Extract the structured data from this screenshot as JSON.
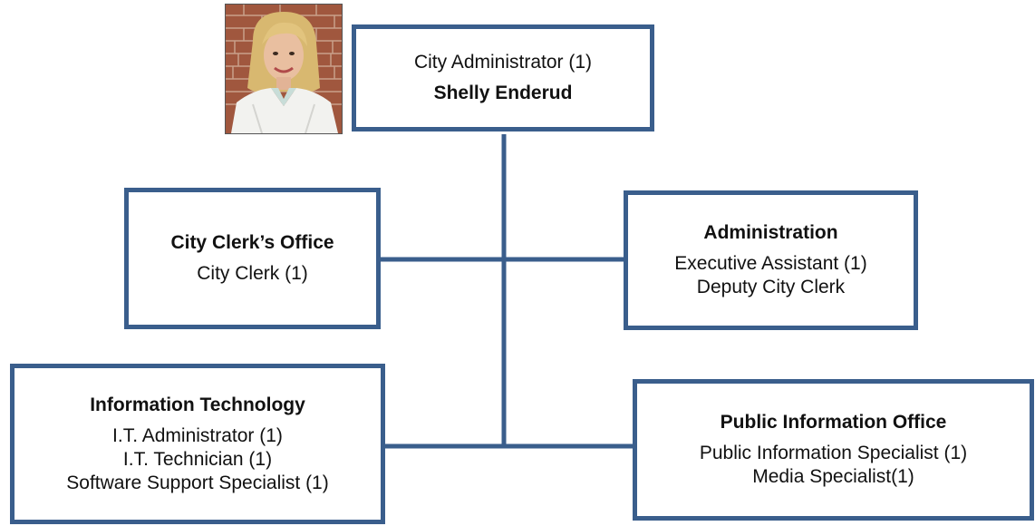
{
  "admin": {
    "title": "City Administrator (1)",
    "name": "Shelly Enderud"
  },
  "photo": {
    "alt": "Portrait of Shelly Enderud"
  },
  "clerk": {
    "heading": "City Clerk’s Office",
    "lines": [
      "City Clerk (1)"
    ]
  },
  "administration": {
    "heading": "Administration",
    "lines": [
      "Executive Assistant (1)",
      "Deputy City Clerk"
    ]
  },
  "it": {
    "heading": "Information Technology",
    "lines": [
      "I.T. Administrator (1)",
      "I.T. Technician (1)",
      "Software Support Specialist (1)"
    ]
  },
  "pio": {
    "heading": "Public Information Office",
    "lines": [
      "Public Information Specialist (1)",
      "Media Specialist(1)"
    ]
  },
  "colors": {
    "border": "#3a5e8c",
    "connector": "#3a5e8c"
  }
}
